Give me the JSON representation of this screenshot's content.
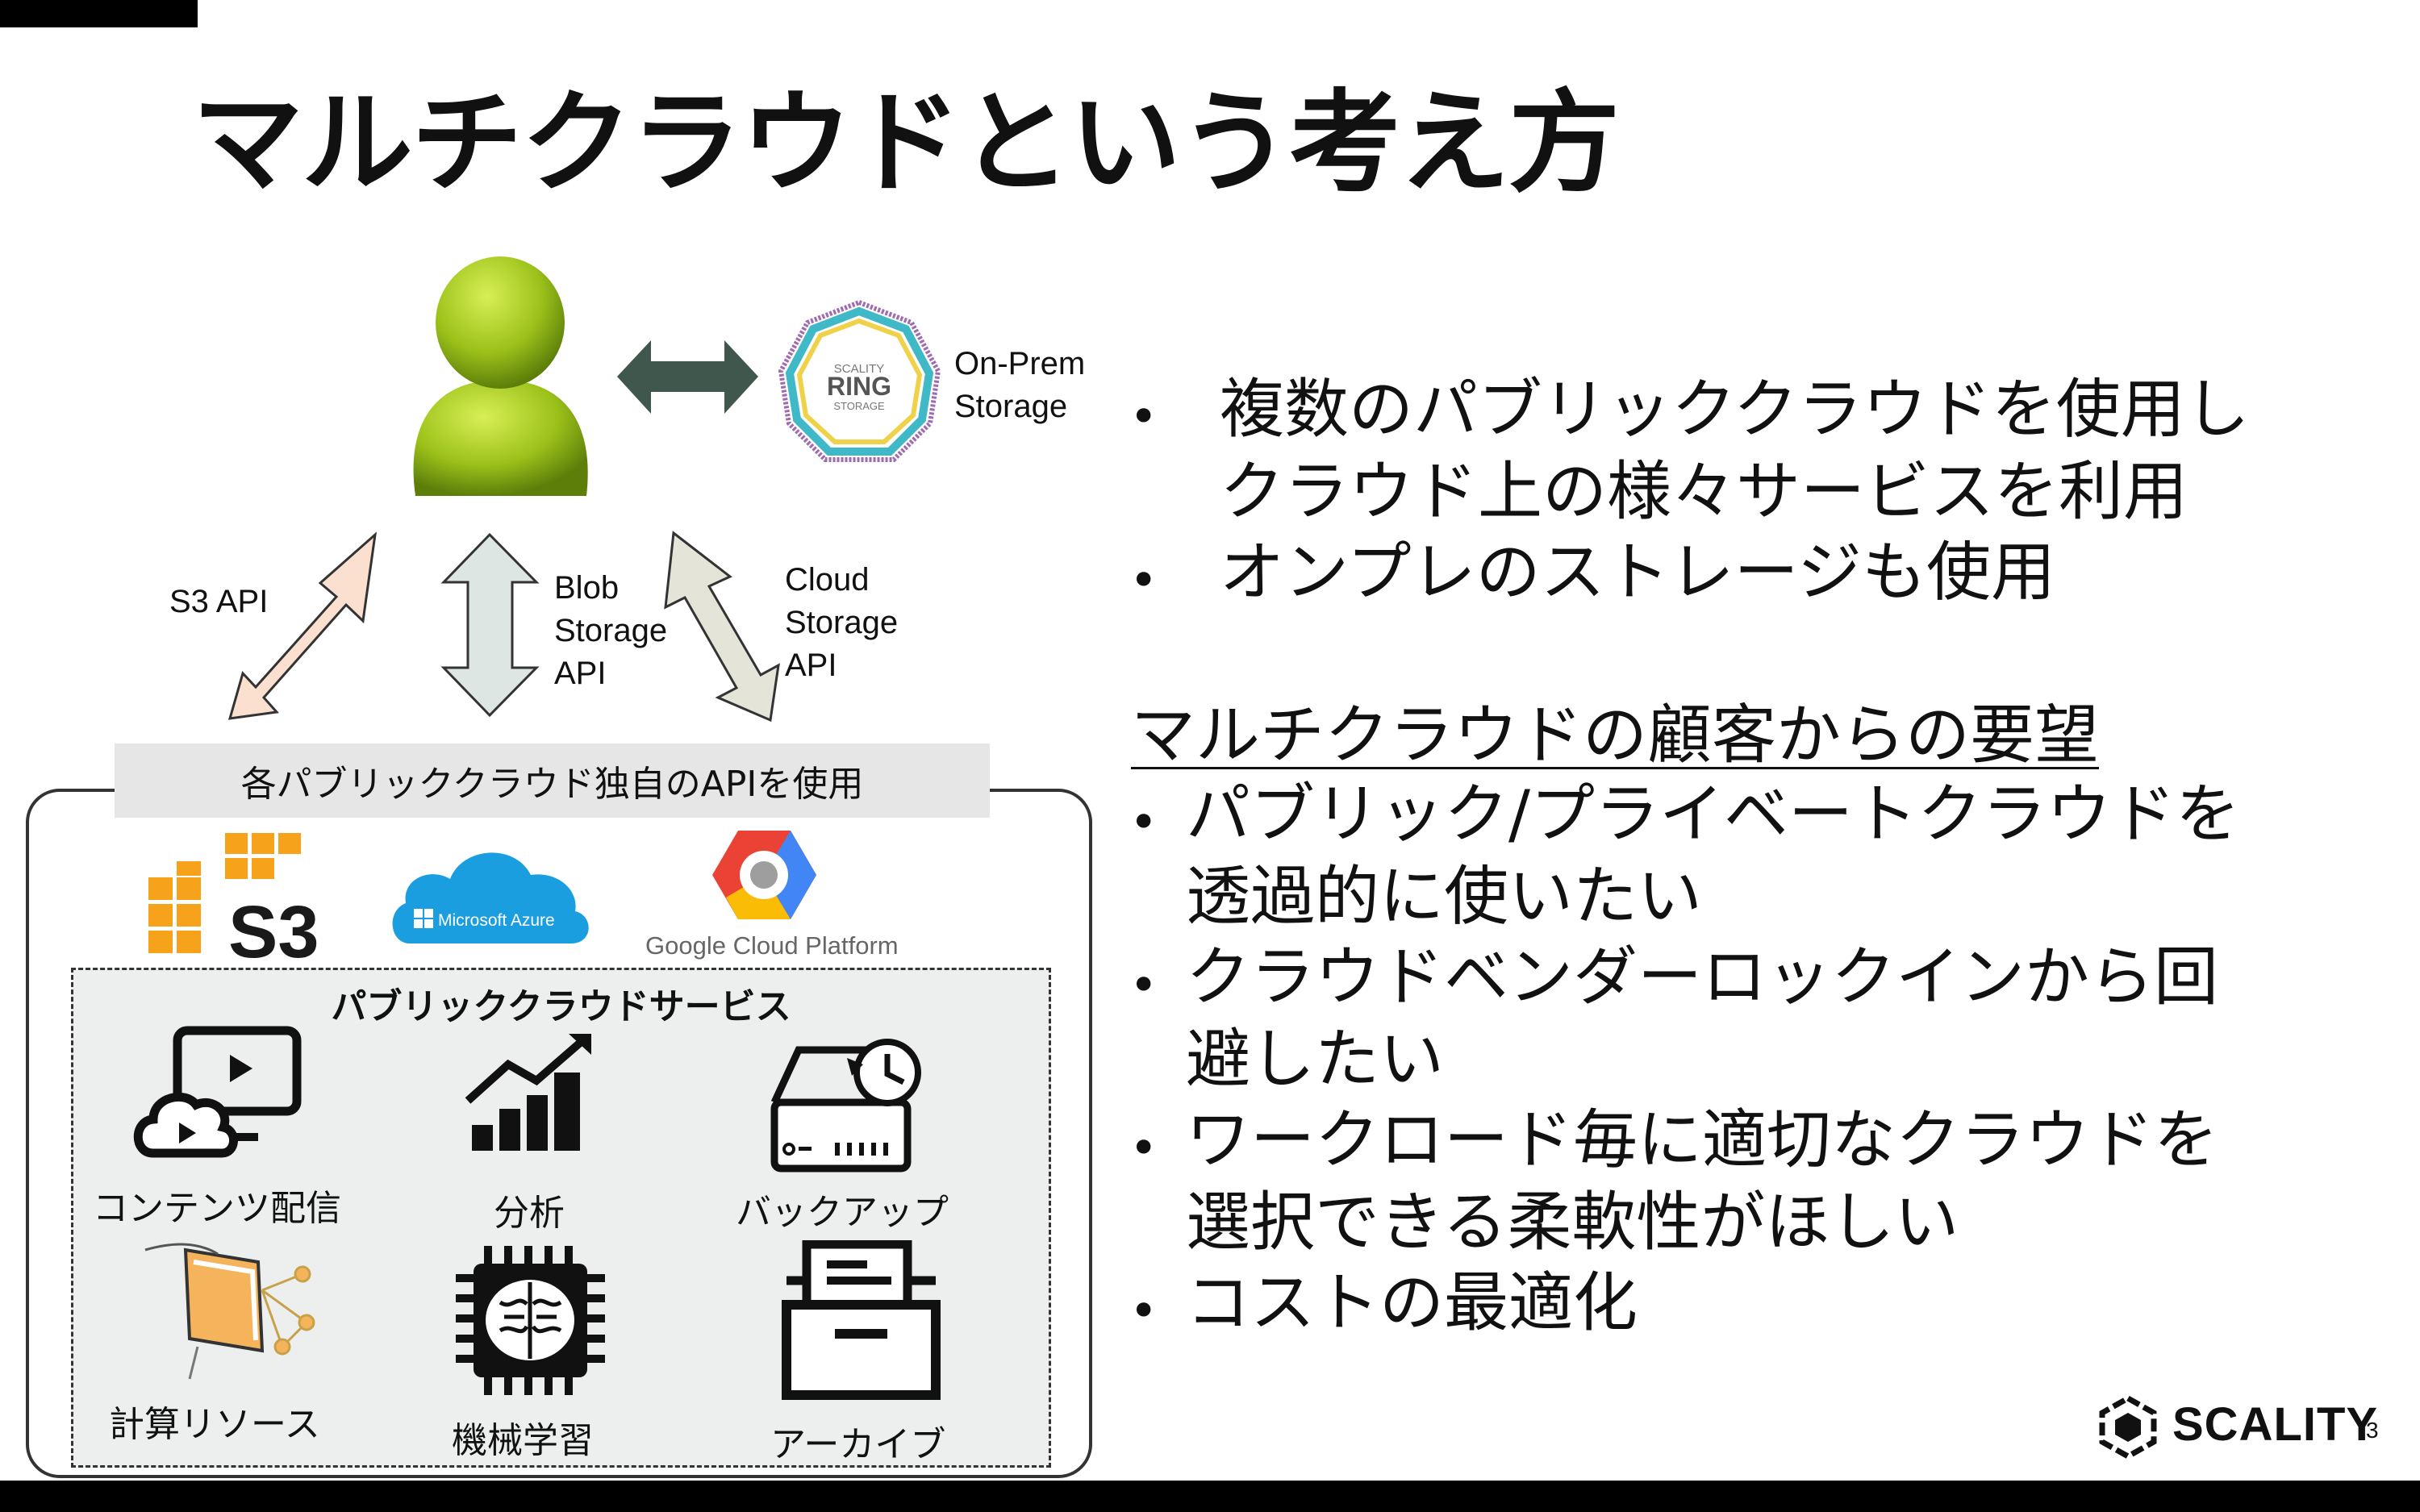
{
  "slide": {
    "title": "マルチクラウドという考え方",
    "page_number": "3",
    "brand": "SCALITY"
  },
  "diagram": {
    "onprem_label_line1": "On-Prem",
    "onprem_label_line2": "Storage",
    "ring_logo_text1": "SCALITY",
    "ring_logo_text2": "RING",
    "ring_logo_text3": "STORAGE",
    "api_s3": "S3 API",
    "api_blob_line1": "Blob",
    "api_blob_line2": "Storage",
    "api_blob_line3": "API",
    "api_cloud_line1": "Cloud",
    "api_cloud_line2": "Storage",
    "api_cloud_line3": "API",
    "banner": "各パブリッククラウド独自のAPIを使用",
    "logos": {
      "s3": "S3",
      "azure": "Microsoft Azure",
      "gcp": "Google Cloud Platform"
    },
    "services_title": "パブリッククラウドサービス",
    "services": [
      {
        "label": "コンテンツ配信",
        "icon": "content-delivery-icon"
      },
      {
        "label": "分析",
        "icon": "analytics-icon"
      },
      {
        "label": "バックアップ",
        "icon": "backup-icon"
      },
      {
        "label": "計算リソース",
        "icon": "compute-icon"
      },
      {
        "label": "機械学習",
        "icon": "machine-learning-icon"
      },
      {
        "label": "アーカイブ",
        "icon": "archive-icon"
      }
    ]
  },
  "right": {
    "bullets_top": [
      {
        "line1": "複数のパブリッククラウドを使用し",
        "line2": "クラウド上の様々サービスを利用"
      },
      {
        "line1": "オンプレのストレージも使用"
      }
    ],
    "heading": "マルチクラウドの顧客からの要望",
    "bullets_bottom": [
      {
        "line1": "パブリック/プライベートクラウドを",
        "line2": "透過的に使いたい"
      },
      {
        "line1": "クラウドベンダーロックインから回",
        "line2": "避したい"
      },
      {
        "line1": "ワークロード毎に適切なクラウドを",
        "line2": "選択できる柔軟性がほしい"
      },
      {
        "line1": "コストの最適化"
      }
    ]
  },
  "colors": {
    "user_green": "#9cc21a",
    "arrow_dark": "#3f574c",
    "arrow_s3": "#fbe0d0",
    "arrow_blob": "#dde6e2",
    "arrow_cloud": "#e4e4d9",
    "aws_orange": "#f7a21b",
    "azure_blue": "#1b9ee0"
  }
}
